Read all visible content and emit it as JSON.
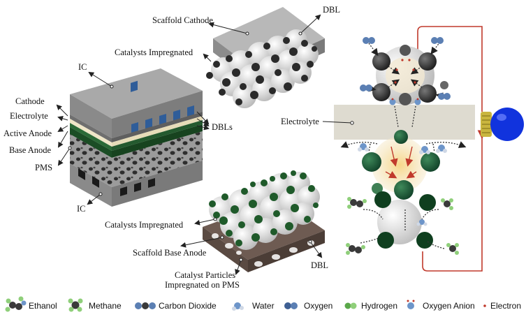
{
  "labels": {
    "ic_top": "IC",
    "cathode": "Cathode",
    "electrolyte": "Electrolyte",
    "active_anode": "Active Anode",
    "base_anode": "Base Anode",
    "pms": "PMS",
    "ic_bottom": "IC",
    "dbls": "DBLs",
    "scaffold_cathode": "Scaffold Cathode",
    "dbl_top": "DBL",
    "catalysts_impregnated_top": "Catalysts Impregnated",
    "catalysts_impregnated_bottom": "Catalysts Impregnated",
    "scaffold_base_anode": "Scaffold Base Anode",
    "dbl_bottom": "DBL",
    "catalyst_particles_line1": "Catalyst Particles",
    "catalyst_particles_line2": "Impregnated on PMS",
    "electrolyte_right": "Electrolyte"
  },
  "legend": [
    {
      "icon": "ethanol-molecule-icon",
      "label": "Ethanol"
    },
    {
      "icon": "methane-molecule-icon",
      "label": "Methane"
    },
    {
      "icon": "carbon-dioxide-molecule-icon",
      "label": "Carbon Dioxide"
    },
    {
      "icon": "water-molecule-icon",
      "label": "Water"
    },
    {
      "icon": "oxygen-molecule-icon",
      "label": "Oxygen"
    },
    {
      "icon": "hydrogen-molecule-icon",
      "label": "Hydrogen"
    },
    {
      "icon": "oxygen-anion-icon",
      "label": "Oxygen Anion"
    },
    {
      "icon": "electron-dot-icon",
      "label": "Electron"
    }
  ],
  "colors": {
    "interconnect": "#9a9a9a",
    "channel": "#2f5d99",
    "anode_green": "#1f5a2a",
    "electrolyte_cream": "#f1ead3",
    "circuit_red": "#c0392b",
    "bulb_blue": "#1133dd",
    "carbon": "#3a3a3a",
    "oxygen_blue": "#5b7fb3",
    "hydrogen_green": "#8fcf7a"
  }
}
